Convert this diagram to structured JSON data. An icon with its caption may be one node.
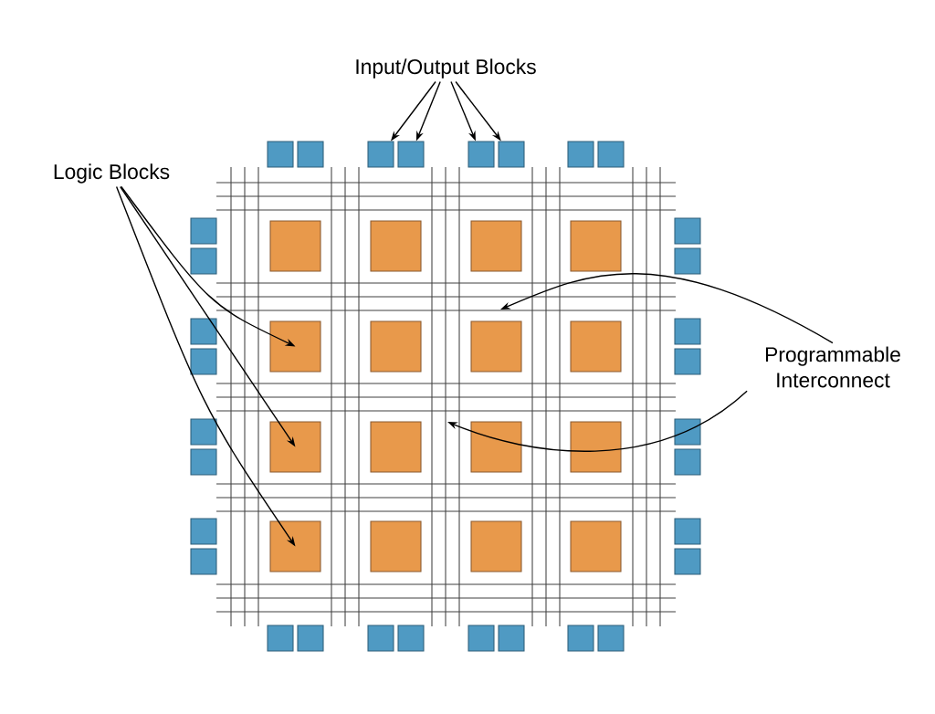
{
  "diagram": {
    "nodes": [
      {
        "text": [
          "Input/Output Blocks"
        ]
      },
      {
        "text": [
          "Logic Blocks"
        ]
      },
      {
        "text": [
          "Programmable Interconnect"
        ]
      },
      {
        "text": [],
        "shape": "box"
      },
      {
        "text": [],
        "shape": "box"
      },
      {
        "text": [],
        "shape": "box"
      },
      {
        "text": [],
        "shape": "box"
      },
      {
        "text": [],
        "shape": "box"
      },
      {
        "text": [],
        "shape": "box"
      },
      {
        "text": [],
        "shape": "box"
      },
      {
        "text": [],
        "shape": "box"
      },
      {
        "text": [],
        "shape": "box"
      },
      {
        "text": [],
        "shape": "box"
      },
      {
        "text": [],
        "shape": "box"
      },
      {
        "text": [],
        "shape": "box"
      },
      {
        "text": [],
        "shape": "box"
      },
      {
        "text": [],
        "shape": "box"
      },
      {
        "text": [],
        "shape": "box"
      },
      {
        "text": [],
        "shape": "box"
      },
      {
        "text": [],
        "shape": "box"
      },
      {
        "text": [],
        "shape": "box"
      },
      {
        "text": [],
        "shape": "box"
      },
      {
        "text": [],
        "shape": "box"
      },
      {
        "text": [],
        "shape": "box"
      },
      {
        "text": [],
        "shape": "box"
      },
      {
        "text": [],
        "shape": "box"
      },
      {
        "text": [],
        "shape": "box"
      },
      {
        "text": [],
        "shape": "box"
      },
      {
        "text": [],
        "shape": "box"
      },
      {
        "text": [],
        "shape": "box"
      },
      {
        "text": [],
        "shape": "box"
      },
      {
        "text": [],
        "shape": "box"
      },
      {
        "text": [],
        "shape": "box"
      },
      {
        "text": [],
        "shape": "box"
      },
      {
        "text": [],
        "shape": "box"
      },
      {
        "text": [],
        "shape": "box"
      },
      {
        "text": [],
        "shape": "box"
      },
      {
        "text": [],
        "shape": "box"
      },
      {
        "text": [],
        "shape": "box"
      },
      {
        "text": [],
        "shape": "box"
      },
      {
        "text": [],
        "shape": "box"
      },
      {
        "text": [],
        "shape": "box"
      },
      {
        "text": [],
        "shape": "box"
      },
      {
        "text": [],
        "shape": "box"
      },
      {
        "text": [],
        "shape": "box"
      },
      {
        "text": [],
        "shape": "box"
      },
      {
        "text": [],
        "shape": "box"
      },
      {
        "text": [],
        "shape": "box"
      },
      {
        "text": [],
        "shape": "box"
      },
      {
        "text": [],
        "shape": "box"
      },
      {
        "text": [],
        "shape": "box"
      }
    ],
    "edges": [
      {
        "from": 0,
        "to": 5,
        "arrow": "to"
      },
      {
        "from": 0,
        "to": 6,
        "arrow": "to"
      },
      {
        "from": 0,
        "to": 7,
        "arrow": "to"
      },
      {
        "from": 0,
        "to": 8,
        "arrow": "to"
      },
      {
        "from": 1,
        "to": 21,
        "arrow": "to"
      },
      {
        "from": 1,
        "to": 29,
        "arrow": "to"
      },
      {
        "from": 1,
        "to": 37,
        "arrow": "to"
      },
      {
        "from": 2,
        "to": null,
        "arrow": "to"
      },
      {
        "from": 2,
        "to": null,
        "arrow": "to"
      }
    ]
  }
}
